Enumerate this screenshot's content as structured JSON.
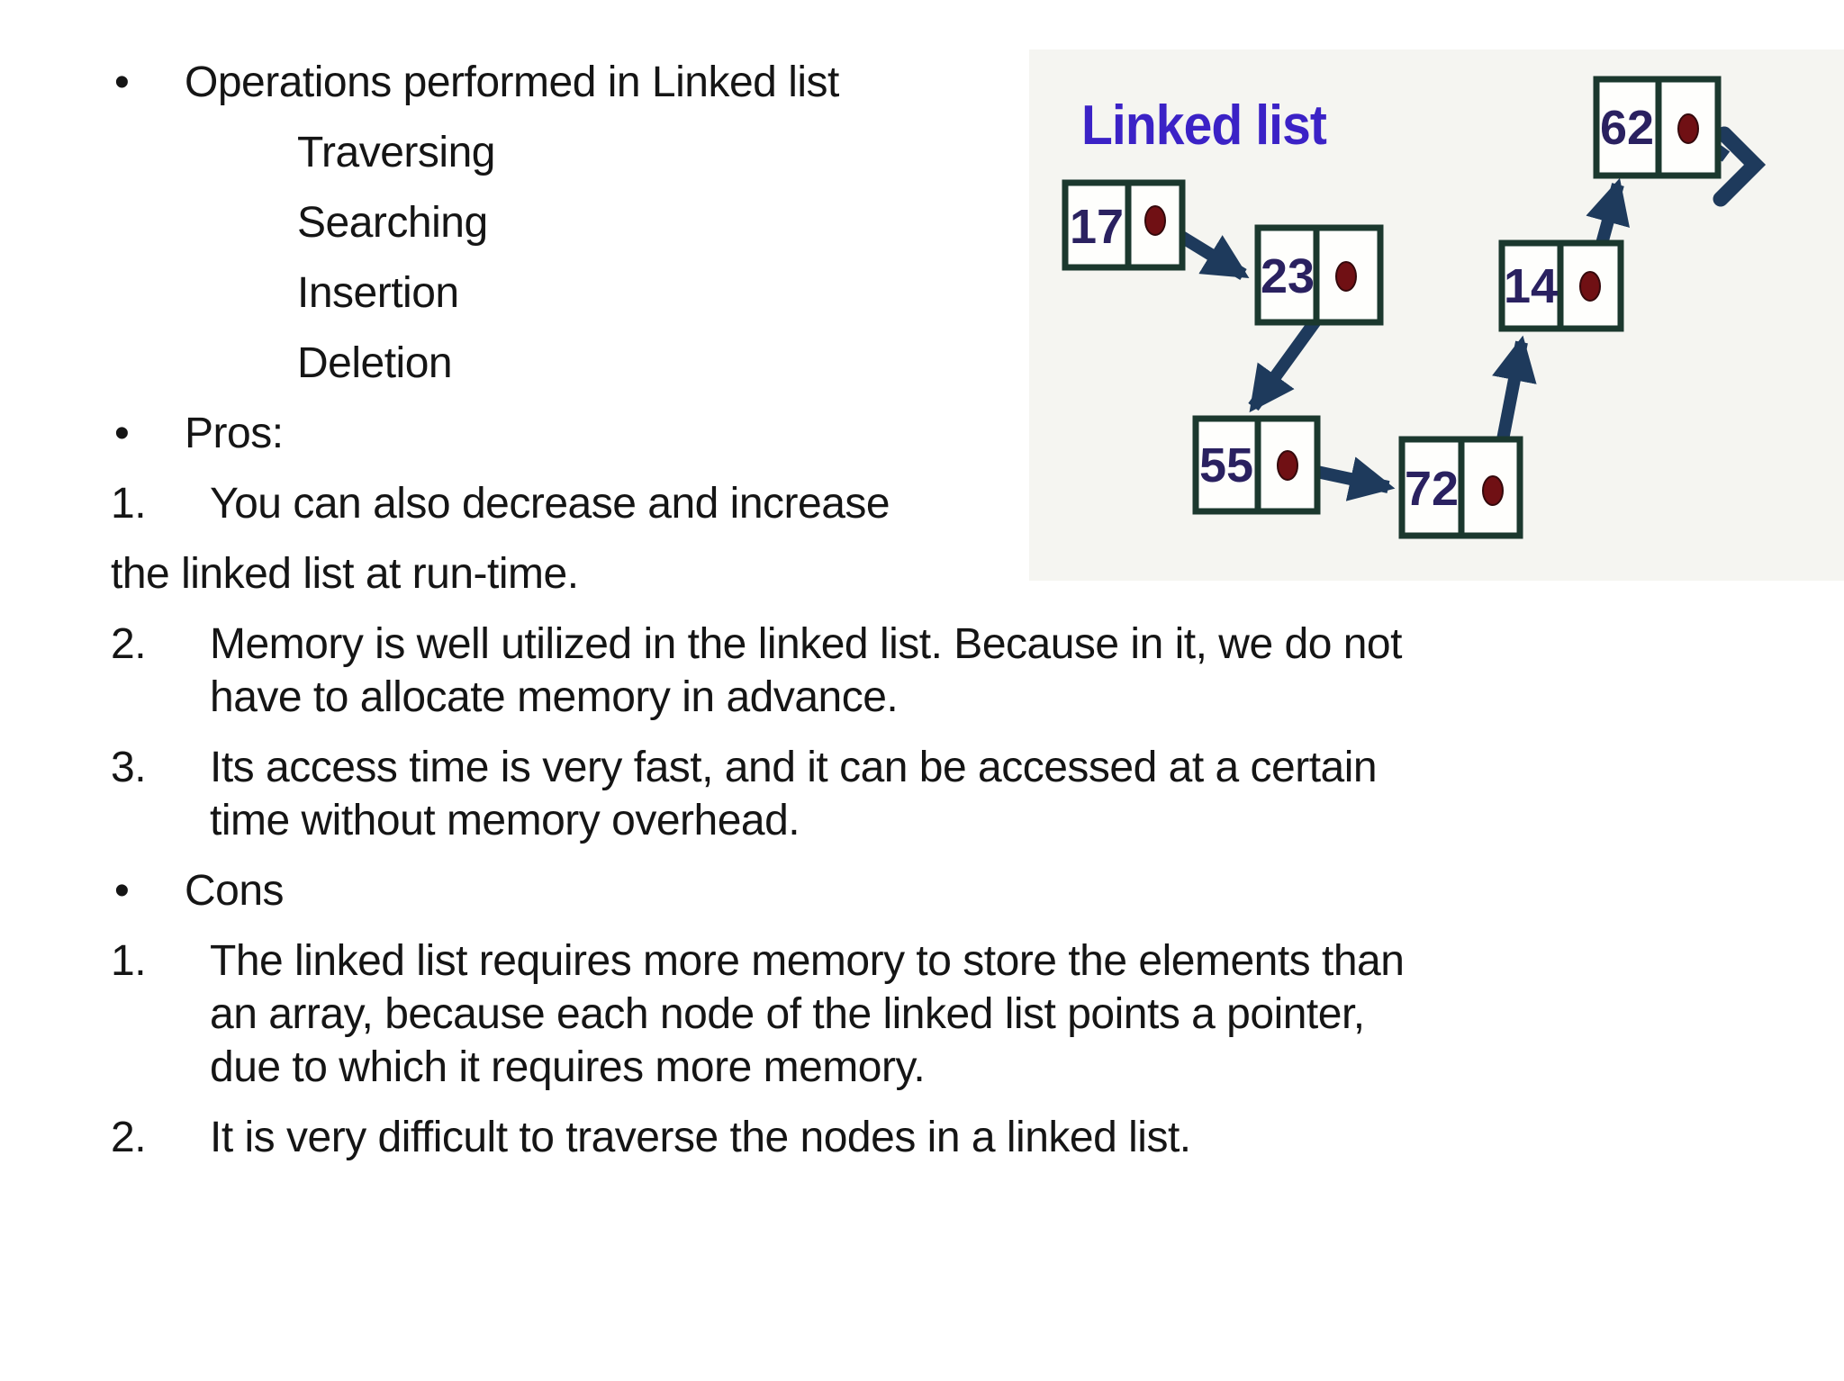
{
  "slide": {
    "lines": [
      {
        "marker": "•",
        "text": "Operations performed in Linked list"
      },
      {
        "marker": "",
        "text": "Traversing"
      },
      {
        "marker": "",
        "text": "Searching"
      },
      {
        "marker": "",
        "text": "Insertion"
      },
      {
        "marker": "",
        "text": "Deletion"
      },
      {
        "marker": "•",
        "text": "Pros:"
      },
      {
        "marker": "1.",
        "text": "You can also decrease and increase"
      },
      {
        "marker": "",
        "text": "the linked list at run-time."
      },
      {
        "marker": "2.",
        "text": "Memory is well utilized in the linked list. Because in it, we do not"
      },
      {
        "marker": "",
        "text": "have to allocate memory in advance."
      },
      {
        "marker": "3.",
        "text": "Its access time is very fast, and it can be accessed at a certain"
      },
      {
        "marker": "",
        "text": "time without memory overhead."
      },
      {
        "marker": "•",
        "text": "Cons"
      },
      {
        "marker": "1.",
        "text": "The linked list requires more memory to store the elements than"
      },
      {
        "marker": "",
        "text": "an array, because each node of the linked list points a pointer,"
      },
      {
        "marker": "",
        "text": "due to which it requires more memory."
      },
      {
        "marker": "2.",
        "text": "It is very difficult to traverse the nodes in a linked list."
      }
    ],
    "diagram": {
      "title": "Linked list",
      "title_color": "#3b22c6",
      "node_border_color": "#1b382e",
      "value_color": "#2a2160",
      "arrow_color": "#1e3a5c",
      "dot_color": "#701014",
      "nodes": [
        {
          "value": "17"
        },
        {
          "value": "23"
        },
        {
          "value": "55"
        },
        {
          "value": "72"
        },
        {
          "value": "14"
        },
        {
          "value": "62"
        }
      ]
    }
  }
}
